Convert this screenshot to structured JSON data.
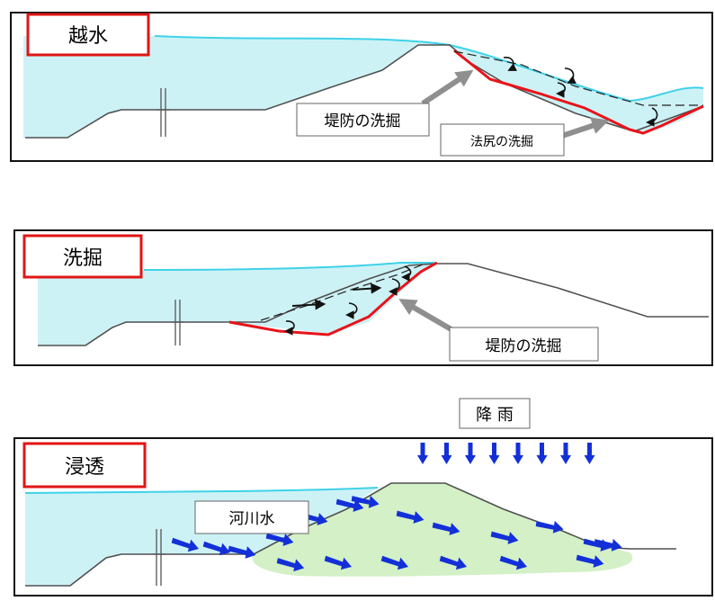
{
  "panels": {
    "overflow": {
      "title": "越水",
      "callouts": [
        "堤防の洗掘",
        "法尻の洗掘"
      ]
    },
    "scour": {
      "title": "洗掘",
      "callouts": [
        "堤防の洗掘"
      ]
    },
    "seepage": {
      "title": "浸透",
      "rain_label": "降 雨",
      "river_water_label": "河川水"
    }
  },
  "colors": {
    "water": "#cdf2f6",
    "water_surface": "#3fd2e8",
    "erosion": "#e8141a",
    "title_box_border": "#e01515",
    "seepage_zone": "#d3f0c6",
    "flow_arrow": "#1330d8",
    "callout_arrow": "#8f8f8f",
    "ground_line": "#505050"
  }
}
